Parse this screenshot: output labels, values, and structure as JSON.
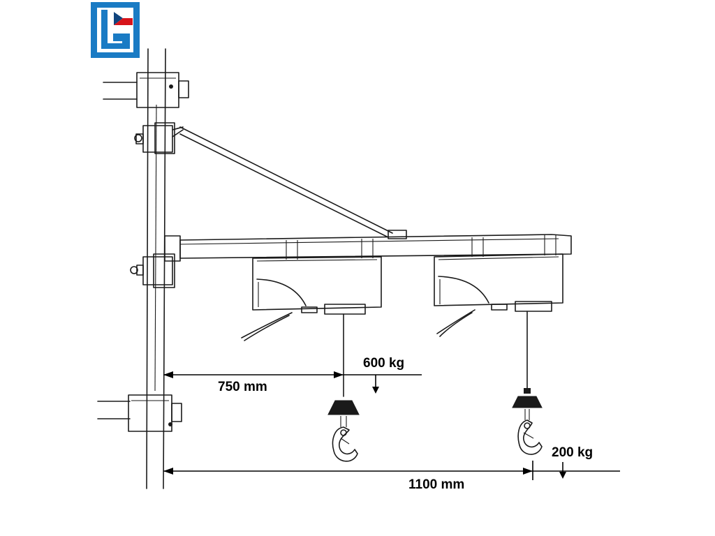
{
  "brand": {
    "logo": "logo-icon",
    "colors": {
      "frame": "#1a7bc4",
      "flag_red": "#d7141a",
      "flag_blue": "#11457e",
      "flag_white": "#ffffff"
    }
  },
  "diagram": {
    "labels": {
      "reach_inner": "750 mm",
      "reach_outer": "1100 mm",
      "load_inner": "600 kg",
      "load_outer": "200 kg"
    }
  }
}
